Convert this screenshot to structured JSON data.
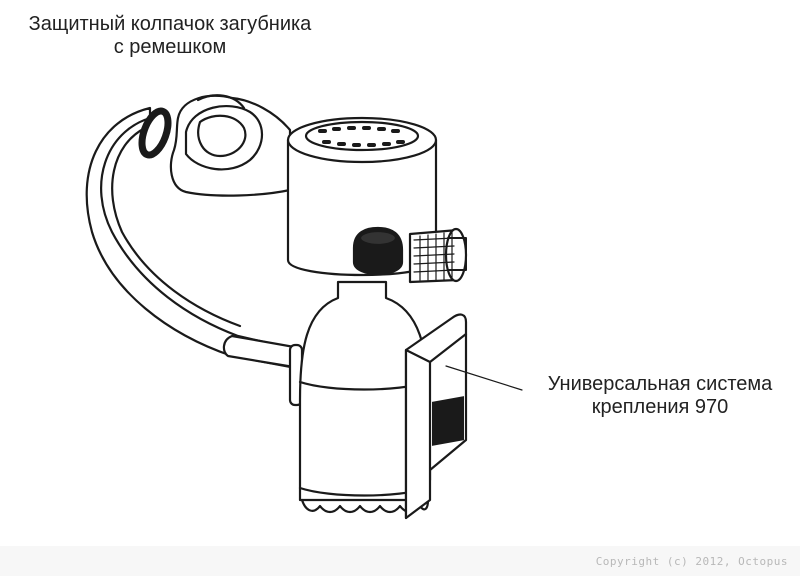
{
  "labels": {
    "cap_line1": "Защитный колпачок загубника",
    "cap_line2": "с ремешком",
    "mount_line1": "Универсальная система",
    "mount_line2": "крепления 970"
  },
  "footer": {
    "copyright": "Copyright (c) 2012, Octopus"
  },
  "colors": {
    "line": "#1a1a1a",
    "fill": "#ffffff",
    "dark": "#1a1a1a",
    "footer_bg": "#f7f7f7",
    "footer_text": "#b8b8b8"
  },
  "icons": {
    "regulator": "second-stage-regulator-illustration",
    "cylinder": "pony-cylinder-illustration",
    "mount": "universal-mount-bracket-illustration"
  }
}
